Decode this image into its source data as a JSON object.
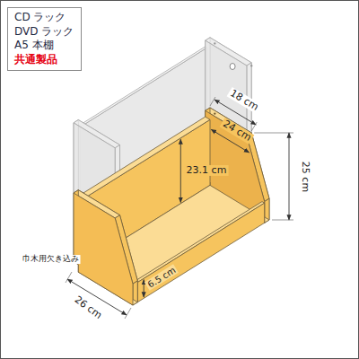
{
  "diagram": {
    "nodes": [
      {
        "text": [
          "CD ラック",
          "DVD ラック",
          "A5 本棚",
          "共通製品"
        ]
      }
    ],
    "labels": [
      "18 cm",
      "24 cm",
      "23.1 cm",
      "25 cm",
      "巾木用欠き込み",
      "26 cm",
      "6.5 cm"
    ]
  }
}
